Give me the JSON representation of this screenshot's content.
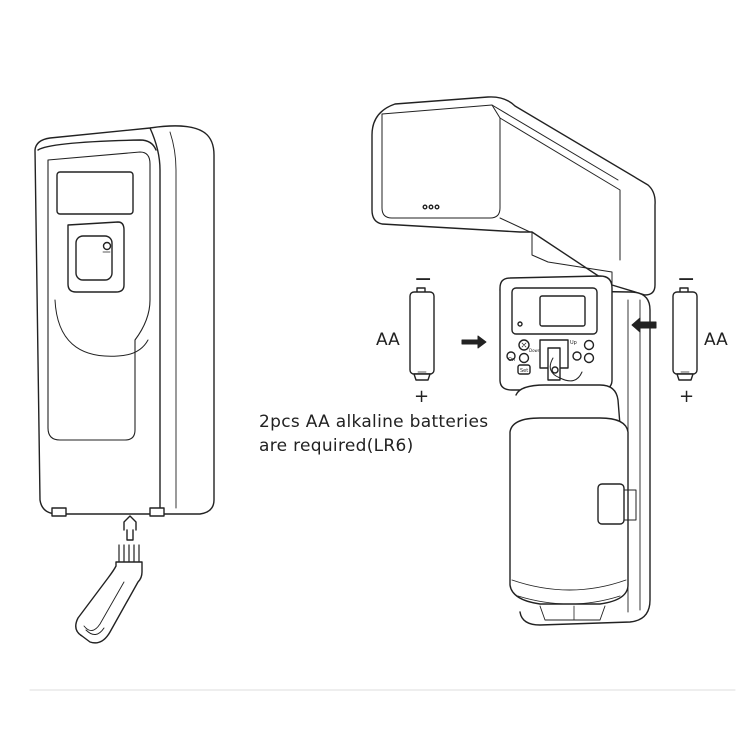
{
  "labels": {
    "left_battery_type": "AA",
    "right_battery_type": "AA",
    "minus_sign": "−",
    "plus_sign": "+",
    "button_on": "On",
    "button_down": "Down",
    "button_set": "Set",
    "button_up": "Up"
  },
  "caption": {
    "line1": "2pcs AA alkaline batteries",
    "line2": "are required(LR6)"
  }
}
